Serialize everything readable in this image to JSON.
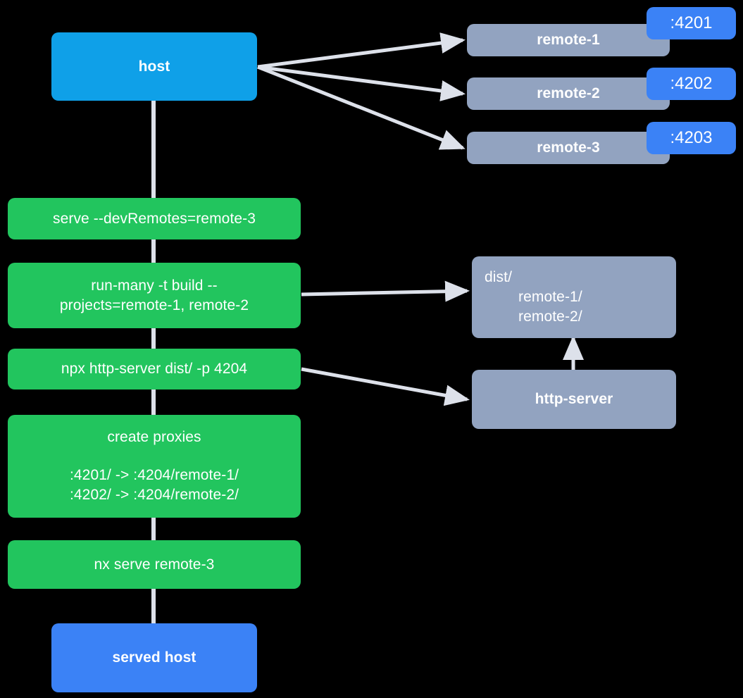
{
  "diagram": {
    "type": "flow-diagram",
    "title": "Nx module federation serve flow",
    "background": "#000000",
    "colors": {
      "host": "#0fa0e8",
      "served_host": "#3b82f6",
      "command": "#22c55e",
      "remote": "#92a3c0",
      "artifact": "#92a3c0",
      "badge": "#3b82f6",
      "edge": "#dde1ea",
      "text": "#ffffff"
    }
  },
  "nodes": {
    "host": {
      "label": "host"
    },
    "served_host": {
      "label": "served host"
    },
    "remotes": [
      {
        "label": "remote-1",
        "port": ":4201"
      },
      {
        "label": "remote-2",
        "port": ":4202"
      },
      {
        "label": "remote-3",
        "port": ":4203"
      }
    ],
    "commands": [
      {
        "id": "serve",
        "lines": [
          "serve --devRemotes=remote-3"
        ]
      },
      {
        "id": "run-many",
        "lines": [
          "run-many -t build --",
          "projects=remote-1, remote-2"
        ]
      },
      {
        "id": "http-server-cmd",
        "lines": [
          "npx http-server dist/ -p 4204"
        ]
      },
      {
        "id": "create-proxies",
        "title": "create proxies",
        "lines": [
          ":4201/ -> :4204/remote-1/",
          ":4202/ -> :4204/remote-2/"
        ]
      },
      {
        "id": "nx-serve",
        "lines": [
          "nx serve remote-3"
        ]
      }
    ],
    "dist": {
      "lines": [
        "dist/",
        "remote-1/",
        "remote-2/"
      ]
    },
    "http_server": {
      "label": "http-server"
    }
  },
  "edges": [
    {
      "from": "host",
      "to": "remote-1",
      "style": "arrow"
    },
    {
      "from": "host",
      "to": "remote-2",
      "style": "arrow"
    },
    {
      "from": "host",
      "to": "remote-3",
      "style": "arrow"
    },
    {
      "from": "host",
      "to": "serve",
      "style": "line"
    },
    {
      "from": "serve",
      "to": "run-many",
      "style": "line"
    },
    {
      "from": "run-many",
      "to": "http-server-cmd",
      "style": "line"
    },
    {
      "from": "http-server-cmd",
      "to": "create-proxies",
      "style": "line"
    },
    {
      "from": "create-proxies",
      "to": "nx-serve",
      "style": "line"
    },
    {
      "from": "nx-serve",
      "to": "served host",
      "style": "line"
    },
    {
      "from": "run-many",
      "to": "dist",
      "style": "arrow"
    },
    {
      "from": "http-server-cmd",
      "to": "http-server",
      "style": "arrow"
    },
    {
      "from": "http-server",
      "to": "dist",
      "style": "arrow"
    }
  ]
}
